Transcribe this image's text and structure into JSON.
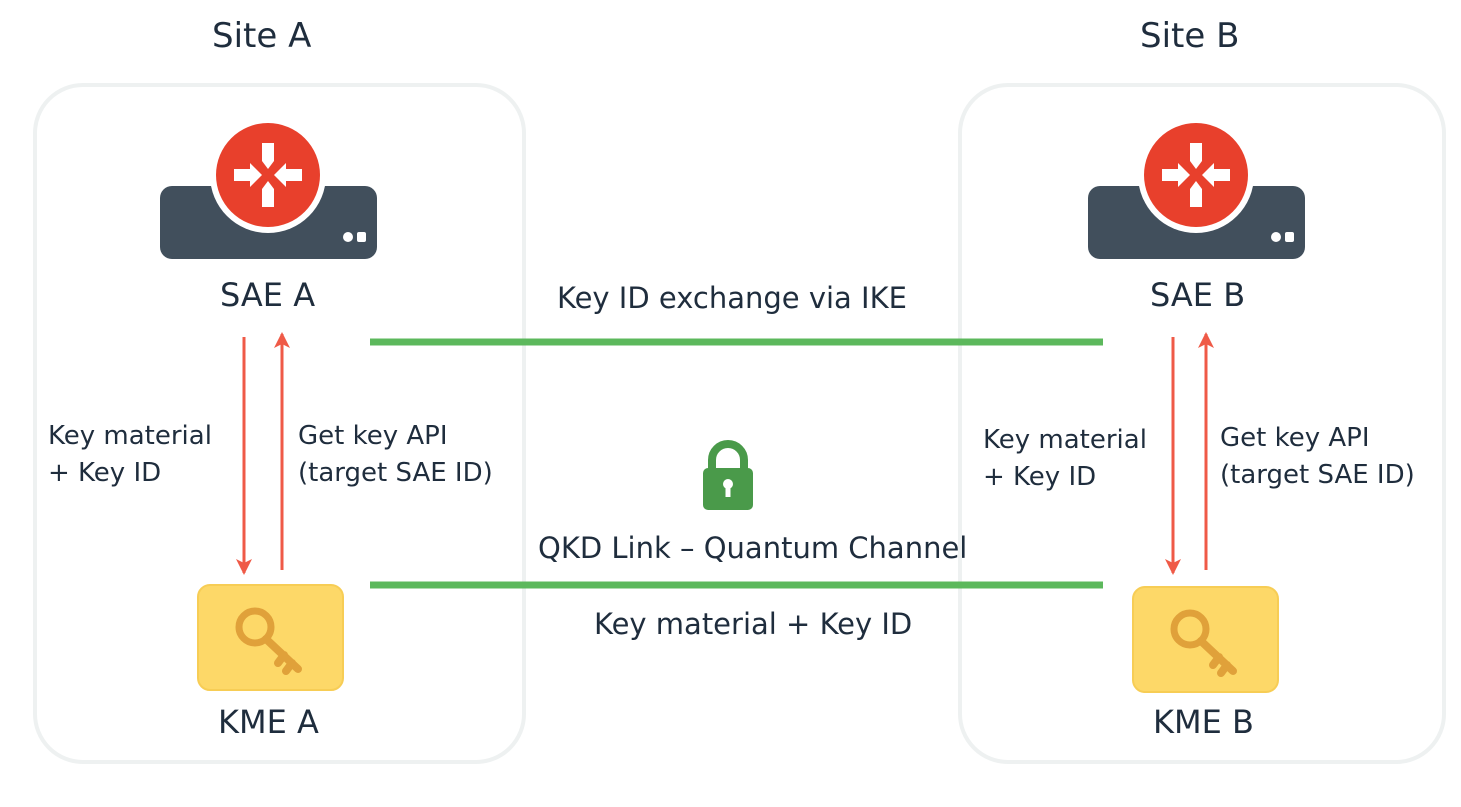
{
  "site_a": {
    "title": "Site A",
    "sae": "SAE A",
    "kme": "KME A",
    "down_label": [
      "Key material",
      "+ Key ID"
    ],
    "up_label": [
      "Get key API",
      "(target SAE ID)"
    ]
  },
  "site_b": {
    "title": "Site B",
    "sae": "SAE B",
    "kme": "KME B",
    "down_label": [
      "Key material",
      "+ Key ID"
    ],
    "up_label": [
      "Get key API",
      "(target SAE ID)"
    ]
  },
  "links": {
    "ike": "Key ID exchange via IKE",
    "qkd": "QKD Link – Quantum Channel",
    "qkd_sub": "Key material + Key ID"
  },
  "colors": {
    "router_red": "#e8402c",
    "router_body": "#414f5c",
    "kme_fill": "#fdd868",
    "key": "#e0a13a",
    "link_green": "#5cb85c",
    "arrow_red": "#ef5a47",
    "lock": "#4a9a4a"
  }
}
